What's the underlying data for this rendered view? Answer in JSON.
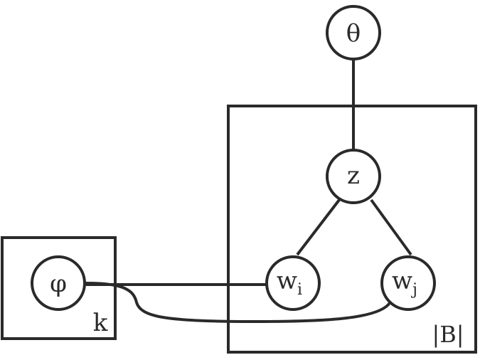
{
  "nodes": {
    "theta": "θ",
    "z": "z",
    "phi": "φ",
    "wi": {
      "base": "w",
      "sub": "i"
    },
    "wj": {
      "base": "w",
      "sub": "j"
    }
  },
  "plates": {
    "k": "k",
    "b": "|B|"
  },
  "colors": {
    "line": "#2a2a2a",
    "background": "#ffffff"
  }
}
